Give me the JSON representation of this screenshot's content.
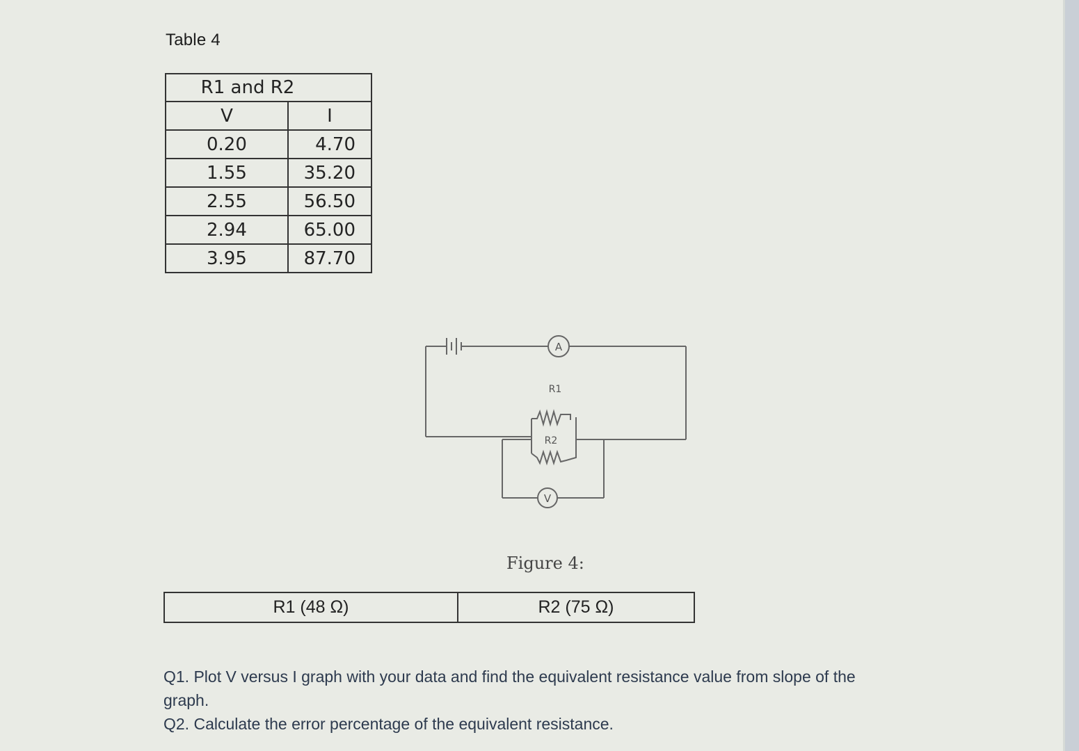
{
  "table": {
    "caption": "Table 4",
    "group_header": "R1 and R2",
    "col_headers": [
      "V",
      "I"
    ],
    "rows": [
      [
        "0.20",
        "4.70"
      ],
      [
        "1.55",
        "35.20"
      ],
      [
        "2.55",
        "56.50"
      ],
      [
        "2.94",
        "65.00"
      ],
      [
        "3.95",
        "87.70"
      ]
    ]
  },
  "circuit": {
    "ammeter": "A",
    "voltmeter": "V",
    "r1_label": "R1",
    "r2_label": "R2"
  },
  "figure_caption": "Figure 4:",
  "resistors": {
    "r1": "R1 (48 Ω)",
    "r2": "R2 (75 Ω)"
  },
  "questions": {
    "q1": "Q1. Plot V versus I graph with your data and find the equivalent resistance value from slope of the graph.",
    "q2": "Q2. Calculate the error percentage of the equivalent resistance."
  }
}
